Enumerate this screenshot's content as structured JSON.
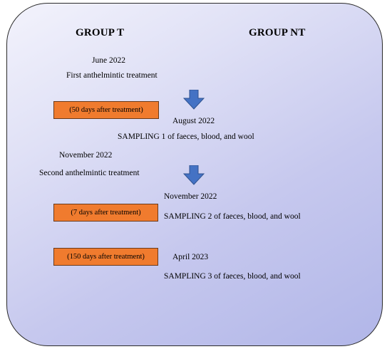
{
  "headings": {
    "group_t": "GROUP T",
    "group_nt": "GROUP NT"
  },
  "steps": {
    "june_date": "June 2022",
    "first_treatment": "First anthelmintic treatment",
    "box1": "(50 days after treatment)",
    "august_date": "August 2022",
    "sampling1": "SAMPLING 1 of faeces, blood, and wool",
    "nov_date_left": "November 2022",
    "second_treatment": "Second anthelmintic treatment",
    "nov_date_right": "November 2022",
    "box2": "(7 days after treatment)",
    "sampling2": "SAMPLING 2 of faeces, blood, and wool",
    "box3": "(150 days after treatment)",
    "april_date": "April 2023",
    "sampling3": "SAMPLING 3 of faeces, blood, and wool"
  },
  "colors": {
    "box_fill": "#f07b2e",
    "arrow_fill": "#4472c4",
    "panel_gradient_start": "#f3f3fc",
    "panel_gradient_end": "#b1b6e8"
  },
  "icons": {
    "arrow1": "down-arrow-icon",
    "arrow2": "down-arrow-icon"
  }
}
